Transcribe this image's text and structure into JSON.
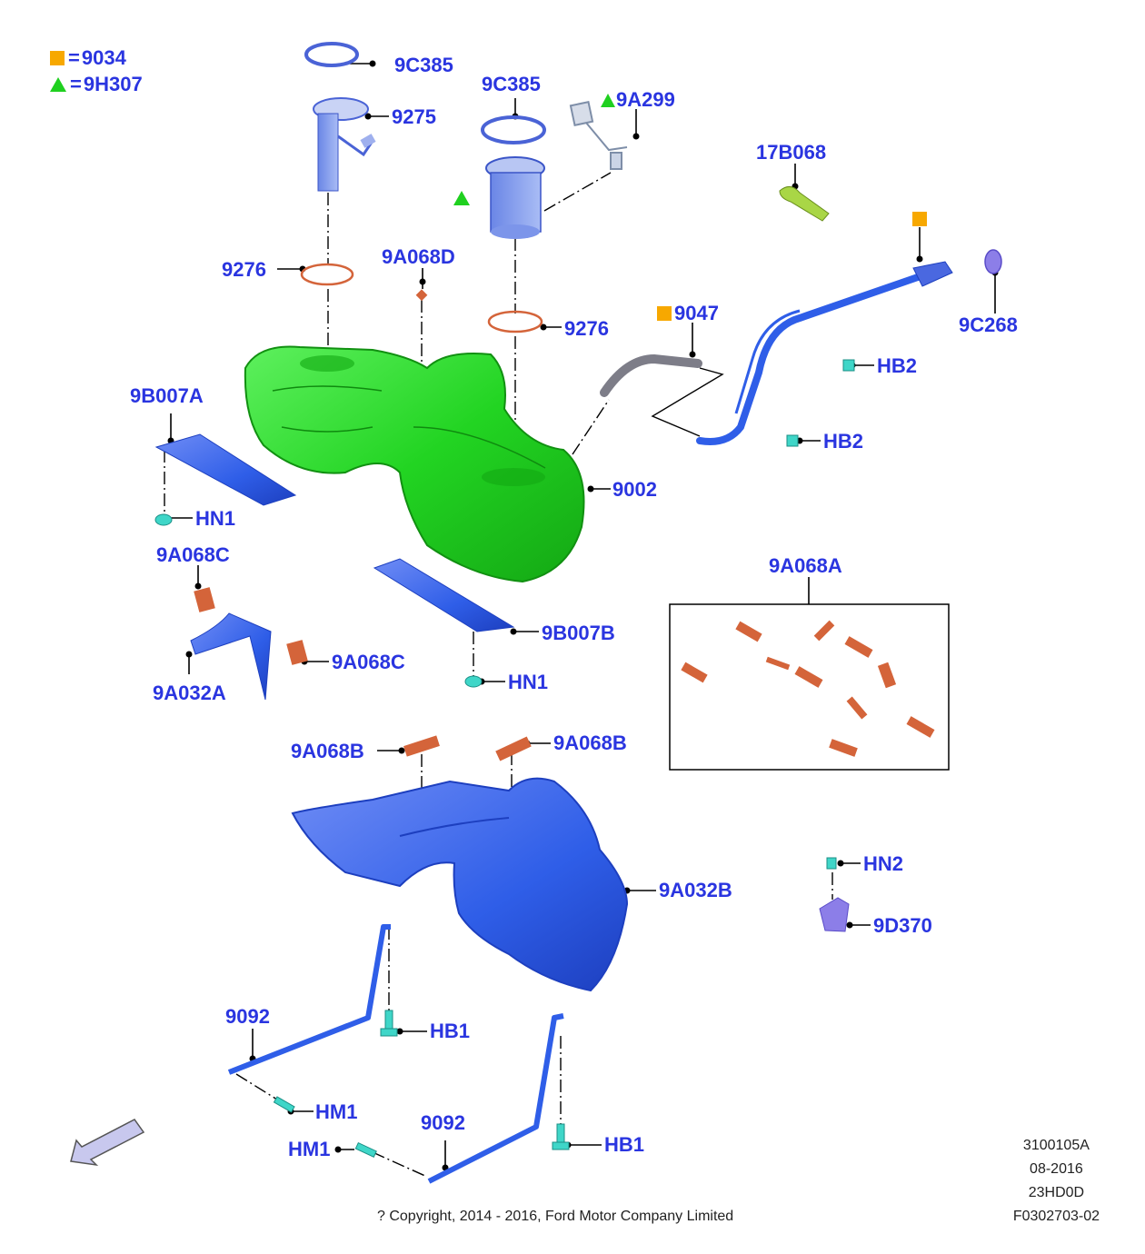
{
  "legend": [
    {
      "symbol": "orange-square",
      "eq": "=",
      "code": "9034",
      "color": "#f7a800"
    },
    {
      "symbol": "green-triangle",
      "eq": "=",
      "code": "9H307",
      "color": "#1fd01f"
    }
  ],
  "labels": {
    "l_9c385_a": "9C385",
    "l_9275": "9275",
    "l_9c385_b": "9C385",
    "l_9a299": "9A299",
    "l_17b068": "17B068",
    "l_9276_a": "9276",
    "l_9a068d": "9A068D",
    "l_9276_b": "9276",
    "l_9047": "9047",
    "l_9c268": "9C268",
    "l_hb2_a": "HB2",
    "l_hb2_b": "HB2",
    "l_9b007a": "9B007A",
    "l_9002": "9002",
    "l_hn1_a": "HN1",
    "l_9a068c_a": "9A068C",
    "l_9a068a": "9A068A",
    "l_9b007b": "9B007B",
    "l_9a068c_b": "9A068C",
    "l_9a032a": "9A032A",
    "l_hn1_b": "HN1",
    "l_9a068b_a": "9A068B",
    "l_9a068b_b": "9A068B",
    "l_hn2": "HN2",
    "l_9a032b": "9A032B",
    "l_9d370": "9D370",
    "l_9092_a": "9092",
    "l_hb1_a": "HB1",
    "l_hm1_a": "HM1",
    "l_9092_b": "9092",
    "l_hm1_b": "HM1",
    "l_hb1_b": "HB1"
  },
  "meta": {
    "code": "3100105A",
    "date": "08-2016",
    "model": "23HD0D",
    "figure": "F0302703-02"
  },
  "copyright": "? Copyright, 2014 - 2016, Ford Motor Company Limited",
  "colors": {
    "label_blue": "#2a35e0",
    "tank_green": "#22d422",
    "shield_blue": "#2f5ee8",
    "pad_orange": "#d4643a",
    "clip_teal": "#3fd6c8"
  }
}
